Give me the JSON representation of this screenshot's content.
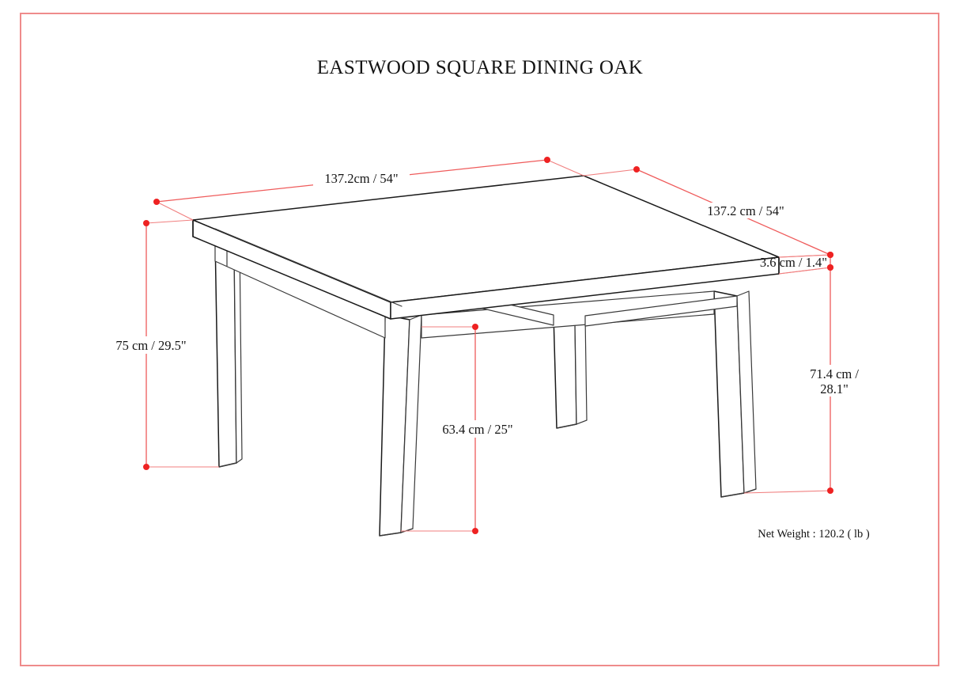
{
  "page": {
    "title": "EASTWOOD SQUARE DINING OAK",
    "border_color": "#ef8b8b",
    "background_color": "#ffffff",
    "dimension_color": "#ef5b5b",
    "dimension_dot_color": "#ee2222",
    "outline_color": "#1a1a1a"
  },
  "product": {
    "name": "EASTWOOD SQUARE DINING OAK",
    "type": "square-dining-table",
    "view": "isometric-line-drawing"
  },
  "dimensions": {
    "top_width_left": {
      "label": "137.2cm / 54\"",
      "value_cm": 137.2,
      "value_in": 54,
      "edge": "table-top-left-edge"
    },
    "top_width_right": {
      "label": "137.2 cm / 54\"",
      "value_cm": 137.2,
      "value_in": 54,
      "edge": "table-top-right-edge"
    },
    "top_thickness": {
      "label": "3.6 cm / 1.4\"",
      "value_cm": 3.6,
      "value_in": 1.4,
      "edge": "table-top-thickness"
    },
    "overall_height": {
      "label": "75 cm / 29.5\"",
      "value_cm": 75,
      "value_in": 29.5,
      "edge": "overall-table-height"
    },
    "clearance_height": {
      "label": "63.4 cm / 25\"",
      "value_cm": 63.4,
      "value_in": 25,
      "edge": "apron-to-floor-clearance"
    },
    "leg_height": {
      "label_line1": "71.4 cm /",
      "label_line2": "28.1\"",
      "value_cm": 71.4,
      "value_in": 28.1,
      "edge": "underside-of-top-to-floor"
    }
  },
  "weight": {
    "label": "Net Weight : 120.2 ( lb )",
    "value": 120.2,
    "unit": "lb"
  }
}
